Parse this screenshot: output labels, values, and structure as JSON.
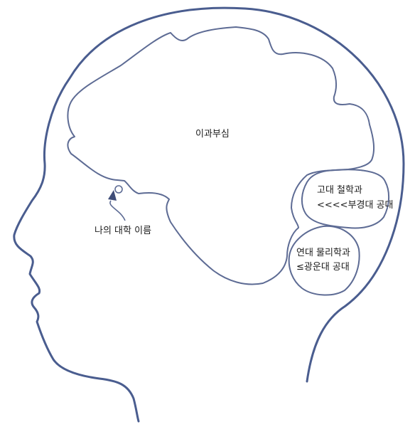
{
  "colors": {
    "head_outline": "#4a5d8f",
    "region_outline": "#5d6b94",
    "text": "#1c1c1c",
    "background": "#ffffff"
  },
  "labels": {
    "brain_main": "이과부심",
    "tiny_region": "나의 대학 이름",
    "upper_lobe_line1": "고대 철학과",
    "upper_lobe_line2": "<<<<부경대 공대",
    "lower_lobe_line1": "연대 물리학과",
    "lower_lobe_line2": "≤광운대 공대"
  },
  "icons": {
    "pointer": "arrow-up-icon",
    "tiny_region_marker": "circle-icon"
  }
}
